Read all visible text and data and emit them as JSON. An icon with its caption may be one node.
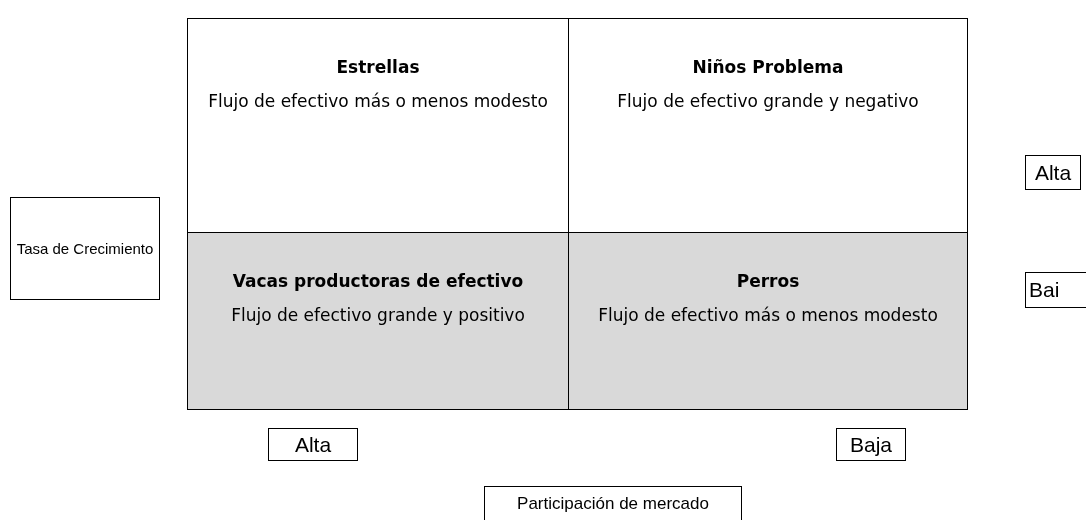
{
  "diagram": {
    "nodes": [
      {
        "text": [
          "Estrellas",
          "Flujo de efectivo más o menos modesto"
        ]
      },
      {
        "text": [
          "Niños Problema",
          "Flujo de efectivo grande y negativo"
        ]
      },
      {
        "text": [
          "Alta"
        ]
      },
      {
        "text": [
          "Tasa de Crecimiento"
        ]
      },
      {
        "text": [
          "Bai"
        ]
      },
      {
        "text": [
          "Vacas productoras de efectivo",
          "Flujo de efectivo grande y positivo"
        ]
      },
      {
        "text": [
          "Perros",
          "Flujo de efectivo más o menos modesto"
        ]
      },
      {
        "text": [
          "Alta"
        ]
      },
      {
        "text": [
          "Baja"
        ]
      },
      {
        "text": [
          "Participación de mercado"
        ]
      }
    ],
    "edges": []
  }
}
